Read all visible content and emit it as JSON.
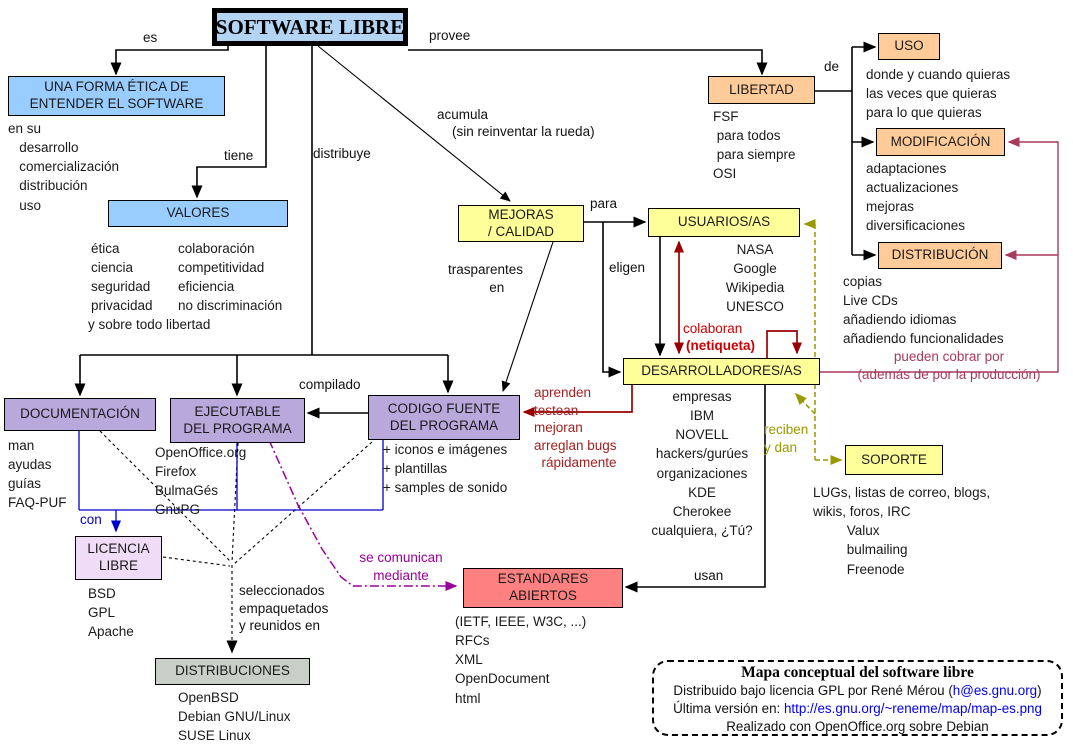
{
  "nodes": {
    "software_libre": "SOFTWARE LIBRE",
    "forma_etica": [
      "UNA FORMA ÉTICA DE",
      "ENTENDER EL SOFTWARE"
    ],
    "valores": "VALORES",
    "mejoras": [
      "MEJORAS",
      "/ CALIDAD"
    ],
    "libertad": "LIBERTAD",
    "uso": "USO",
    "modificacion": "MODIFICACIÓN",
    "distribucion": "DISTRIBUCIÓN",
    "usuarios": "USUARIOS/AS",
    "desarrolladores": "DESARROLLADORES/AS",
    "documentacion": "DOCUMENTACIÓN",
    "ejecutable": [
      "EJECUTABLE",
      "DEL PROGRAMA"
    ],
    "codigo_fuente": [
      "CODIGO FUENTE",
      "DEL PROGRAMA"
    ],
    "licencia": [
      "LICENCIA",
      "LIBRE"
    ],
    "distribuciones": "DISTRIBUCIONES",
    "estandares": [
      "ESTANDARES",
      "ABIERTOS"
    ],
    "soporte": "SOPORTE"
  },
  "edge_labels": {
    "es": "es",
    "provee": "provee",
    "tiene": "tiene",
    "distribuye": "distribuye",
    "acumula": "acumula",
    "acumula_note": "(sin reinventar la rueda)",
    "para": "para",
    "eligen": "eligen",
    "de": "de",
    "trasparentes": [
      "trasparentes",
      "           en"
    ],
    "compilado": "compilado",
    "colaboran": "colaboran",
    "netiqueta": "(netiqueta)",
    "aprenden": [
      "aprenden",
      "testean",
      "mejoran",
      "arreglan bugs",
      "  rápidamente"
    ],
    "pueden_cobrar": [
      "pueden cobrar por",
      "(además de por la producción)"
    ],
    "reciben": [
      "reciben",
      "y dan"
    ],
    "usan": "usan",
    "con": "con",
    "se_comunican": [
      "se comunican",
      "mediante"
    ],
    "seleccionados": [
      "seleccionados",
      "empaquetados",
      "y reunidos en"
    ]
  },
  "notes": {
    "forma_etica": [
      "en su",
      "   desarrollo",
      "   comercialización",
      "   distribución",
      "   uso"
    ],
    "valores_col1": [
      "ética",
      "ciencia",
      "seguridad",
      "privacidad"
    ],
    "valores_col2": [
      "colaboración",
      "competitividad",
      "eficiencia",
      "no discriminación"
    ],
    "valores_footer": "y sobre todo libertad",
    "libertad": [
      "FSF",
      " para todos",
      " para siempre",
      "OSI"
    ],
    "uso": [
      "donde y cuando quieras",
      "las veces que quieras",
      "para lo que quieras"
    ],
    "modificacion": [
      "adaptaciones",
      "actualizaciones",
      "mejoras",
      "diversificaciones"
    ],
    "distribucion": [
      "copias",
      "Live CDs",
      "añadiendo idiomas",
      "añadiendo funcionalidades"
    ],
    "usuarios": [
      "NASA",
      "Google",
      "Wikipedia",
      "UNESCO"
    ],
    "desarrolladores": [
      "empresas",
      "IBM",
      "NOVELL",
      "hackers/gurúes",
      "organizaciones",
      "KDE",
      "Cherokee",
      "cualquiera, ¿Tú?"
    ],
    "soporte": [
      "LUGs, listas de correo, blogs,",
      "wikis, foros, IRC",
      "         Valux",
      "         bulmailing",
      "         Freenode"
    ],
    "documentacion": [
      "man",
      "ayudas",
      "guías",
      "FAQ-PUF"
    ],
    "ejecutable": [
      "OpenOffice.org",
      "Firefox",
      "BulmaGés",
      "GnuPG"
    ],
    "codigo_fuente": [
      "+ iconos e imágenes",
      "+ plantillas",
      "+ samples de sonido"
    ],
    "licencia": [
      "BSD",
      "GPL",
      "Apache"
    ],
    "distribuciones": [
      "OpenBSD",
      "Debian GNU/Linux",
      "SUSE Linux"
    ],
    "estandares": [
      "(IETF, IEEE, W3C, ...)",
      "RFCs",
      "XML",
      "OpenDocument",
      "html"
    ]
  },
  "credits": {
    "title": "Mapa conceptual del software libre",
    "line1_pre": "Distribuido bajo licencia GPL por René Mérou (",
    "line1_link": "h@es.gnu.org",
    "line1_post": ")",
    "line2_pre": "Última versión en: ",
    "line2_link": "http://es.gnu.org/~reneme/map/map-es.png",
    "line3": "Realizado con OpenOffice.org sobre Debian"
  },
  "colors": {
    "box_blue": "#99ccff",
    "box_title_blue": "#b3d4f2",
    "box_yellow": "#ffff99",
    "box_peach": "#ffcc99",
    "box_lavender": "#b9a8dc",
    "box_lilac": "#f0dcf6",
    "box_gray": "#c9cec9",
    "box_salmon": "#ff8080",
    "arrow_black": "#000000",
    "arrow_darkred": "#990000",
    "text_red": "#cc0000",
    "arrow_crimson": "#a83a5a",
    "arrow_olive": "#999900",
    "arrow_purple": "#990099",
    "arrow_blue": "#0000cc",
    "link_blue": "#0000ee"
  }
}
